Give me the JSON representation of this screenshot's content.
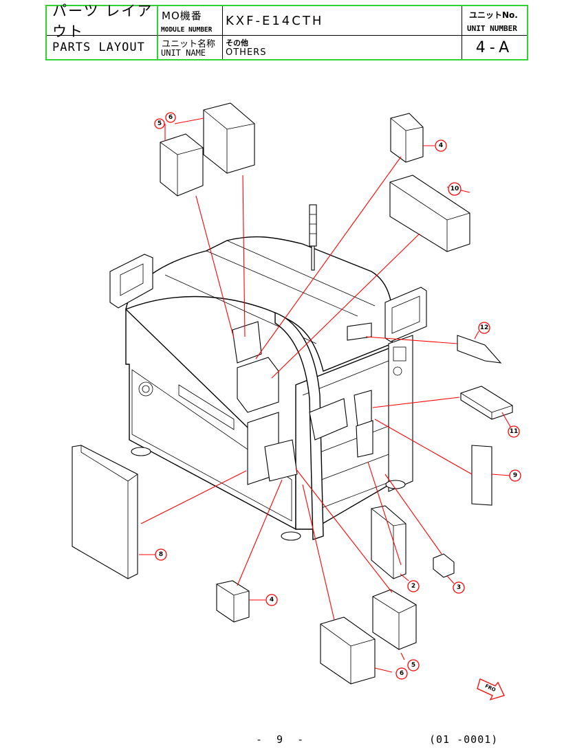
{
  "header": {
    "title_jp": "パーツ レイアウト",
    "title_en": "PARTS LAYOUT",
    "module_label_jp": "MO機番",
    "module_label_en": "MODULE NUMBER",
    "module_number": "KXF-E14CTH",
    "unit_name_label_jp": "ユニット名称",
    "unit_name_label_en": "UNIT NAME",
    "unit_name_jp": "その他",
    "unit_name_en": "OTHERS",
    "unit_no_label_jp": "ユニットNo.",
    "unit_no_label_en": "UNIT NUMBER",
    "unit_number": "4-A"
  },
  "callouts": [
    {
      "label": "6"
    },
    {
      "label": "5"
    },
    {
      "label": "4"
    },
    {
      "label": "10"
    },
    {
      "label": "12"
    },
    {
      "label": "11"
    },
    {
      "label": "9"
    },
    {
      "label": "8"
    },
    {
      "label": "3"
    },
    {
      "label": "2"
    },
    {
      "label": "4"
    },
    {
      "label": "5"
    },
    {
      "label": "6"
    }
  ],
  "direction_mark": "FRO",
  "colors": {
    "frame": "#2fd32f",
    "leader": "#ff0000",
    "ink": "#000000"
  },
  "footer": {
    "page_number": "- 9 -",
    "doc_code": "(01 -0001)"
  }
}
